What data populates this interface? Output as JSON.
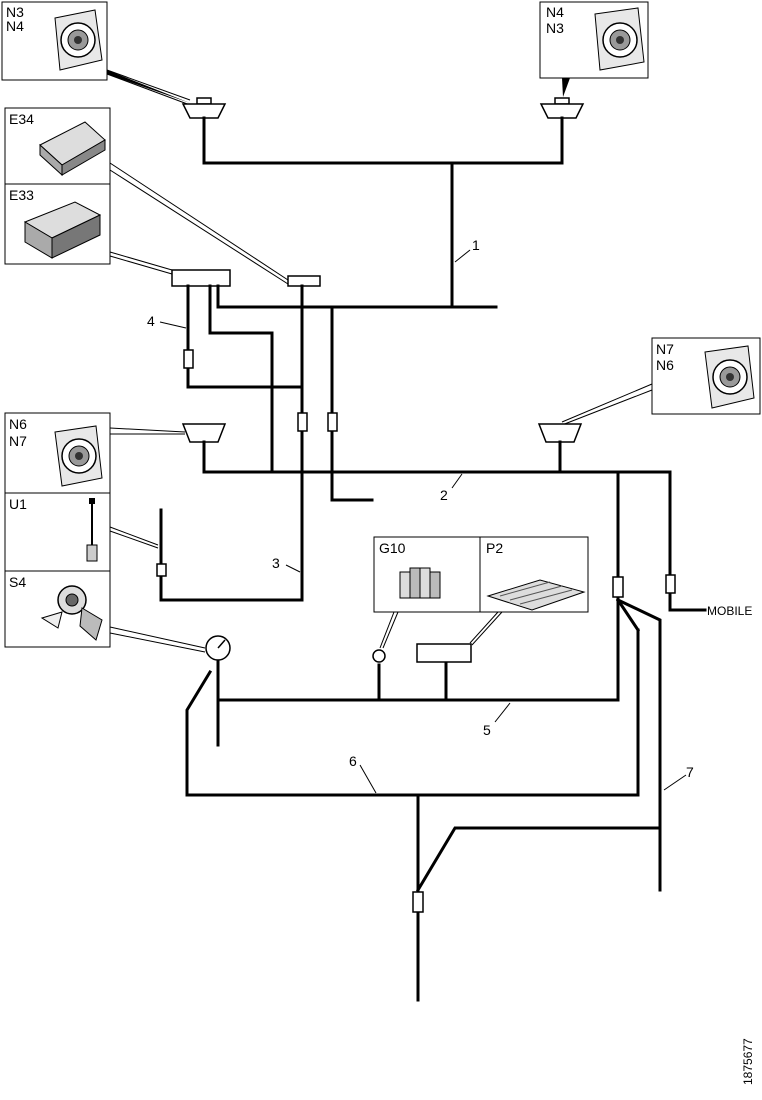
{
  "components": {
    "speaker_top_left": [
      "N3",
      "N4"
    ],
    "speaker_top_right": [
      "N4",
      "N3"
    ],
    "unit_e34": "E34",
    "unit_e33": "E33",
    "speaker_mid_right": [
      "N7",
      "N6"
    ],
    "speaker_mid_left": [
      "N6",
      "N7"
    ],
    "antenna": "U1",
    "ignition_switch": "S4",
    "sensor": "G10",
    "panel": "P2"
  },
  "cables": [
    "1",
    "2",
    "3",
    "4",
    "5",
    "6",
    "7"
  ],
  "terminal_label": "MOBILE",
  "figure_code": "1875677"
}
